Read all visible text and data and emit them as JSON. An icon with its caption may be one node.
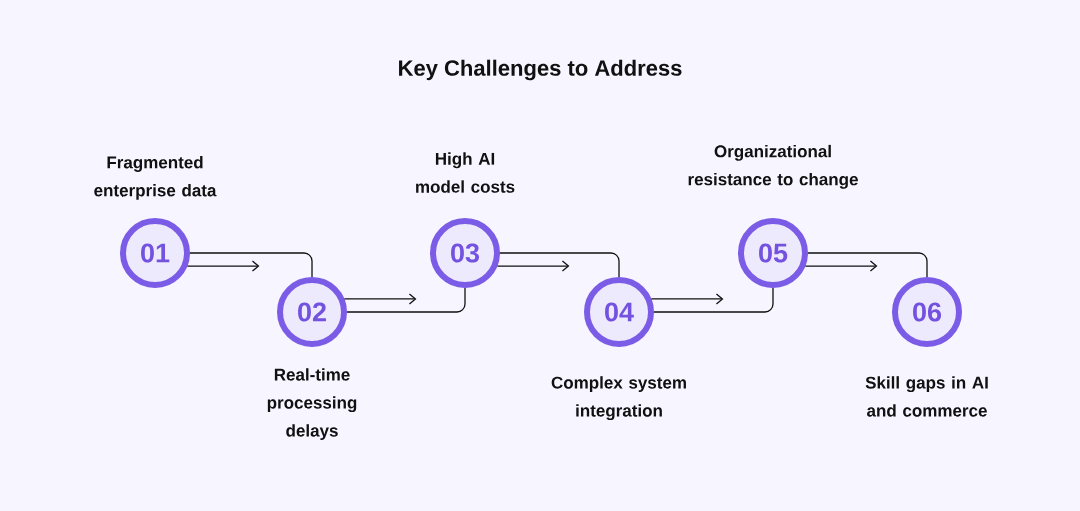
{
  "diagram": {
    "title": "Key Challenges to Address",
    "nodes": [
      {
        "text": [
          "01"
        ],
        "beside": [
          "Fragmented enterprise data"
        ]
      },
      {
        "text": [
          "02"
        ],
        "beside": [
          "Real-time processing delays"
        ]
      },
      {
        "text": [
          "03"
        ],
        "beside": [
          "High AI model costs"
        ]
      },
      {
        "text": [
          "04"
        ],
        "beside": [
          "Complex system integration"
        ]
      },
      {
        "text": [
          "05"
        ],
        "beside": [
          "Organizational resistance to change"
        ]
      },
      {
        "text": [
          "06"
        ],
        "beside": [
          "Skill gaps in AI and commerce"
        ]
      }
    ],
    "edges": [
      {
        "from": 0,
        "to": 1,
        "arrow": "none"
      },
      {
        "from": 0,
        "to": null,
        "arrow": "to"
      },
      {
        "from": 1,
        "to": 2,
        "arrow": "none"
      },
      {
        "from": 1,
        "to": null,
        "arrow": "to"
      },
      {
        "from": 2,
        "to": 3,
        "arrow": "none"
      },
      {
        "from": 2,
        "to": null,
        "arrow": "to"
      },
      {
        "from": 3,
        "to": 4,
        "arrow": "none"
      },
      {
        "from": 3,
        "to": null,
        "arrow": "to"
      },
      {
        "from": 4,
        "to": 5,
        "arrow": "none"
      },
      {
        "from": 4,
        "to": null,
        "arrow": "to"
      }
    ]
  }
}
